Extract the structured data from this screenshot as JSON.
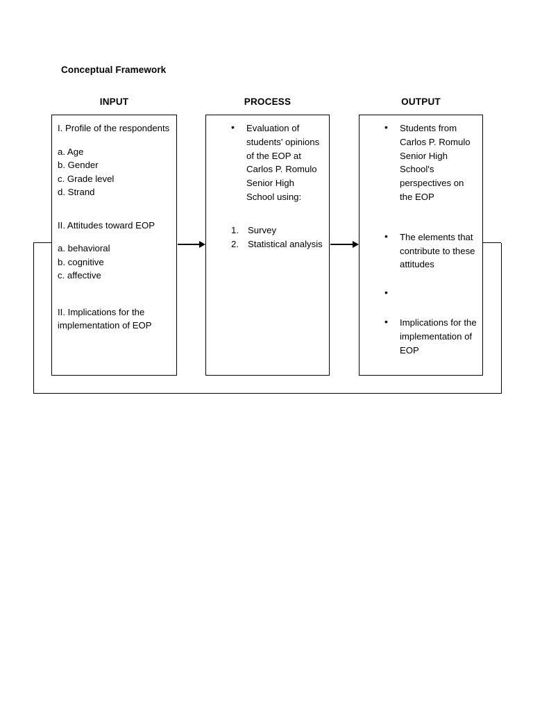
{
  "document": {
    "title": "Conceptual Framework"
  },
  "columns": {
    "input_header": "INPUT",
    "process_header": "PROCESS",
    "output_header": "OUTPUT"
  },
  "input_box": {
    "section_one_title": "I. Profile of the respondents",
    "section_one_items": [
      "a. Age",
      "b. Gender",
      "c. Grade level",
      "d. Strand"
    ],
    "section_two_title": "II. Attitudes toward EOP",
    "section_two_items": [
      "a. behavioral",
      "b. cognitive",
      "c. affective"
    ],
    "section_three_title": "II. Implications for the implementation of EOP"
  },
  "process_box": {
    "bullets": [
      "Evaluation of students' opinions of the EOP at Carlos P. Romulo Senior High School using:"
    ],
    "numbered": [
      "Survey",
      "Statistical analysis"
    ]
  },
  "output_box": {
    "bullets": [
      "Students from Carlos P. Romulo Senior High School's perspectives on the EOP",
      "The elements that contribute to these attitudes",
      "",
      "Implications for the implementation of EOP"
    ]
  },
  "connectors": {
    "input_to_process": "arrow-right",
    "process_to_output": "arrow-right",
    "feedback_loop": "feedback-loop-line"
  },
  "colors": {
    "text": "#000000",
    "border": "#000000",
    "background": "#ffffff"
  }
}
